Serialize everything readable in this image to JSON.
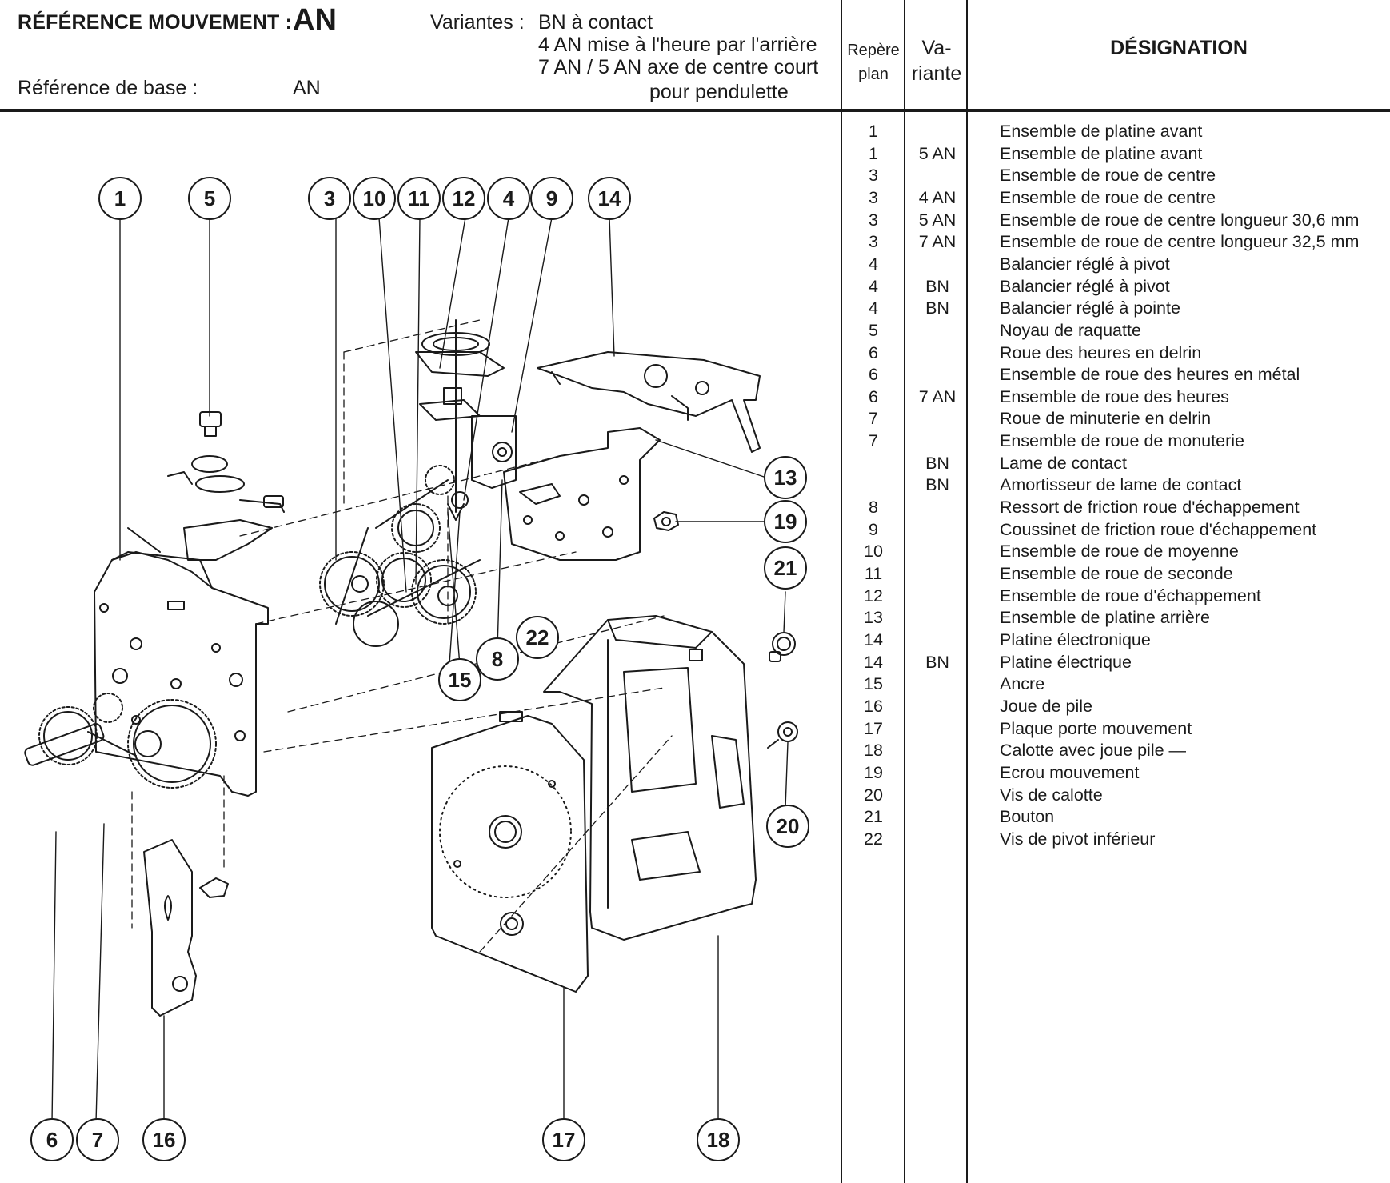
{
  "header": {
    "reference_label": "RÉFÉRENCE MOUVEMENT :",
    "reference_value": "AN",
    "base_label": "Référence de base :",
    "base_value": "AN",
    "variantes_label": "Variantes :",
    "variantes": [
      "BN à contact",
      "4 AN mise à l'heure par l'arrière",
      "7 AN / 5 AN axe de centre court",
      "pour pendulette"
    ]
  },
  "table": {
    "columns": {
      "repere_line1": "Repère",
      "repere_line2": "plan",
      "variante_line1": "Va-",
      "variante_line2": "riante",
      "designation": "DÉSIGNATION"
    },
    "rows": [
      {
        "repere": "1",
        "variante": "",
        "designation": "Ensemble de platine avant"
      },
      {
        "repere": "1",
        "variante": "5 AN",
        "designation": "Ensemble de platine avant"
      },
      {
        "repere": "3",
        "variante": "",
        "designation": "Ensemble de roue de centre"
      },
      {
        "repere": "3",
        "variante": "4 AN",
        "designation": "Ensemble de roue de centre"
      },
      {
        "repere": "3",
        "variante": "5 AN",
        "designation": "Ensemble de roue de centre longueur 30,6 mm"
      },
      {
        "repere": "3",
        "variante": "7 AN",
        "designation": "Ensemble de roue de centre longueur 32,5 mm"
      },
      {
        "repere": "4",
        "variante": "",
        "designation": "Balancier réglé à pivot"
      },
      {
        "repere": "4",
        "variante": "BN",
        "designation": "Balancier réglé à pivot"
      },
      {
        "repere": "4",
        "variante": "BN",
        "designation": "Balancier réglé à pointe"
      },
      {
        "repere": "5",
        "variante": "",
        "designation": "Noyau de raquatte"
      },
      {
        "repere": "6",
        "variante": "",
        "designation": "Roue des heures en delrin"
      },
      {
        "repere": "6",
        "variante": "",
        "designation": "Ensemble de roue des heures en métal"
      },
      {
        "repere": "6",
        "variante": "7 AN",
        "designation": "Ensemble de roue des heures"
      },
      {
        "repere": "7",
        "variante": "",
        "designation": "Roue de minuterie en delrin"
      },
      {
        "repere": "7",
        "variante": "",
        "designation": "Ensemble de roue de monuterie"
      },
      {
        "repere": "",
        "variante": "BN",
        "designation": "Lame de contact"
      },
      {
        "repere": "",
        "variante": "BN",
        "designation": "Amortisseur de lame de contact"
      },
      {
        "repere": "8",
        "variante": "",
        "designation": "Ressort de friction roue d'échappement"
      },
      {
        "repere": "9",
        "variante": "",
        "designation": "Coussinet de friction roue d'échappement"
      },
      {
        "repere": "10",
        "variante": "",
        "designation": "Ensemble de roue de moyenne"
      },
      {
        "repere": "11",
        "variante": "",
        "designation": "Ensemble de roue de seconde"
      },
      {
        "repere": "12",
        "variante": "",
        "designation": "Ensemble de roue d'échappement"
      },
      {
        "repere": "13",
        "variante": "",
        "designation": "Ensemble de platine arrière"
      },
      {
        "repere": "14",
        "variante": "",
        "designation": "Platine électronique"
      },
      {
        "repere": "14",
        "variante": "BN",
        "designation": "Platine électrique"
      },
      {
        "repere": "15",
        "variante": "",
        "designation": "Ancre"
      },
      {
        "repere": "16",
        "variante": "",
        "designation": "Joue de pile"
      },
      {
        "repere": "17",
        "variante": "",
        "designation": "Plaque porte mouvement"
      },
      {
        "repere": "18",
        "variante": "",
        "designation": "Calotte avec joue pile —"
      },
      {
        "repere": "19",
        "variante": "",
        "designation": "Ecrou mouvement"
      },
      {
        "repere": "20",
        "variante": "",
        "designation": "Vis de calotte"
      },
      {
        "repere": "21",
        "variante": "",
        "designation": "Bouton"
      },
      {
        "repere": "22",
        "variante": "",
        "designation": "Vis de pivot inférieur"
      }
    ]
  },
  "diagram": {
    "callouts": [
      "1",
      "5",
      "3",
      "10",
      "11",
      "12",
      "4",
      "9",
      "14",
      "13",
      "19",
      "21",
      "22",
      "8",
      "15",
      "20",
      "6",
      "7",
      "16",
      "17",
      "18"
    ]
  },
  "colors": {
    "ink": "#1a1a1a",
    "paper": "#ffffff"
  }
}
